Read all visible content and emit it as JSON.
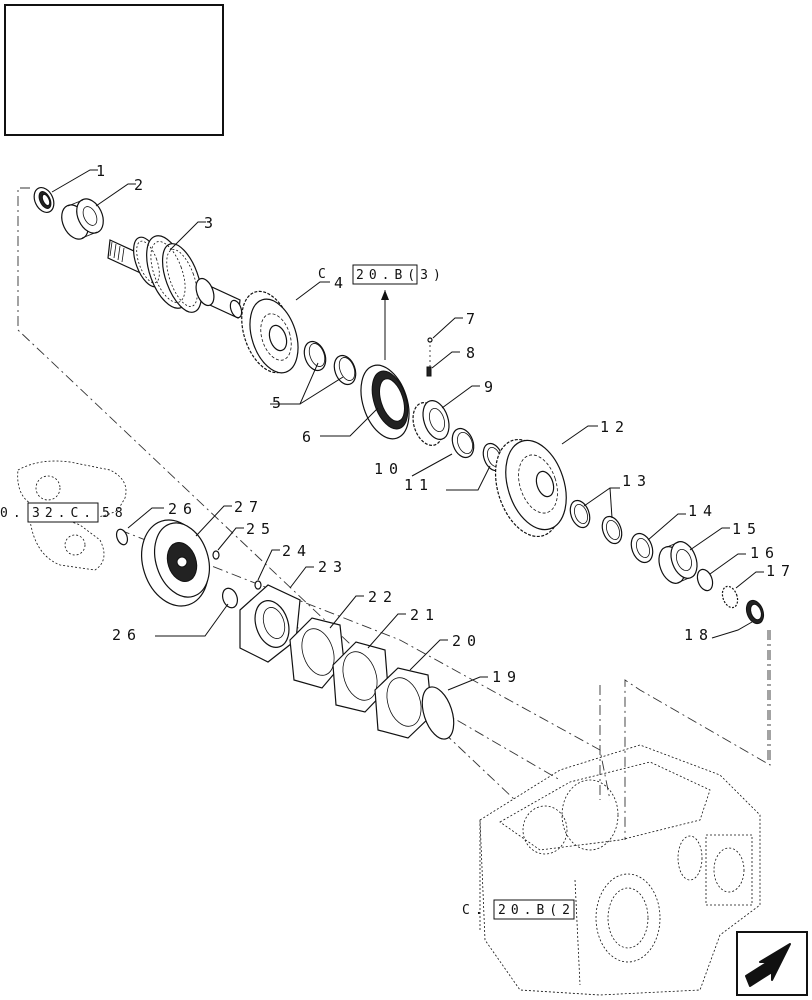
{
  "diagram": {
    "colors": {
      "line": "#111111",
      "background": "#ffffff"
    },
    "callouts": [
      "1",
      "2",
      "3",
      "4",
      "5",
      "6",
      "7",
      "8",
      "9",
      "10",
      "11",
      "12",
      "13",
      "14",
      "15",
      "16",
      "17",
      "18",
      "19",
      "20",
      "21",
      "22",
      "23",
      "24",
      "25",
      "26",
      "26",
      "27"
    ],
    "references": {
      "ref_top": {
        "prefix": "C",
        "boxed": "20.B(3)"
      },
      "ref_left": {
        "prefix": "0.",
        "boxed": "32.C.",
        "suffix": "58"
      },
      "ref_bottom": {
        "prefix": "C.",
        "boxed": "20.B(2"
      }
    },
    "icons": {
      "corner": "nav-arrow-icon"
    }
  }
}
